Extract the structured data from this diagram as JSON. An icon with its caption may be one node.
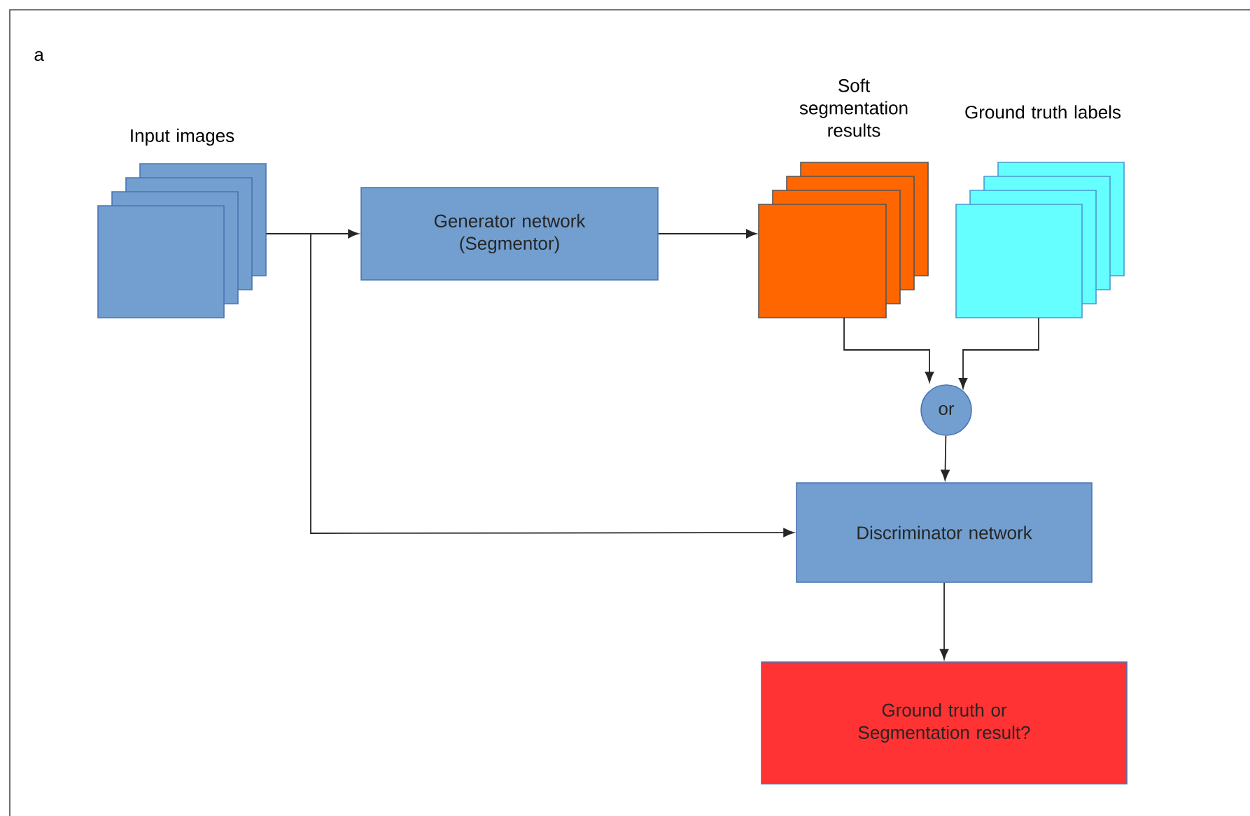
{
  "diagram": {
    "nodes": [
      {
        "text": [
          "Input images"
        ]
      },
      {
        "text": [
          "Generator network (Segmentor)"
        ]
      },
      {
        "text": [
          "Soft segmentation results"
        ]
      },
      {
        "text": [
          "Ground truth labels"
        ]
      },
      {
        "text": [
          "or"
        ]
      },
      {
        "text": [
          "Discriminator network"
        ]
      },
      {
        "text": [
          "Ground truth or Segmentation result?"
        ]
      }
    ],
    "edges": [
      {
        "from": 0,
        "to": 1,
        "arrow": "to"
      },
      {
        "from": 0,
        "to": 5,
        "arrow": "to"
      },
      {
        "from": 1,
        "to": 2,
        "arrow": "to"
      },
      {
        "from": 2,
        "to": 4,
        "arrow": "to"
      },
      {
        "from": 3,
        "to": 4,
        "arrow": "to"
      },
      {
        "from": 4,
        "to": 5,
        "arrow": "to"
      },
      {
        "from": 5,
        "to": 6,
        "arrow": "to"
      }
    ],
    "labels": [
      "a"
    ]
  }
}
